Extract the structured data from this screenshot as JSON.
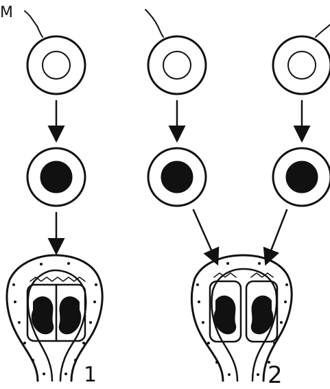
{
  "labels": {
    "top_left": "M",
    "case_1": "1",
    "case_2": "2"
  },
  "colors": {
    "ink": "#111111",
    "background": "#ffffff"
  }
}
